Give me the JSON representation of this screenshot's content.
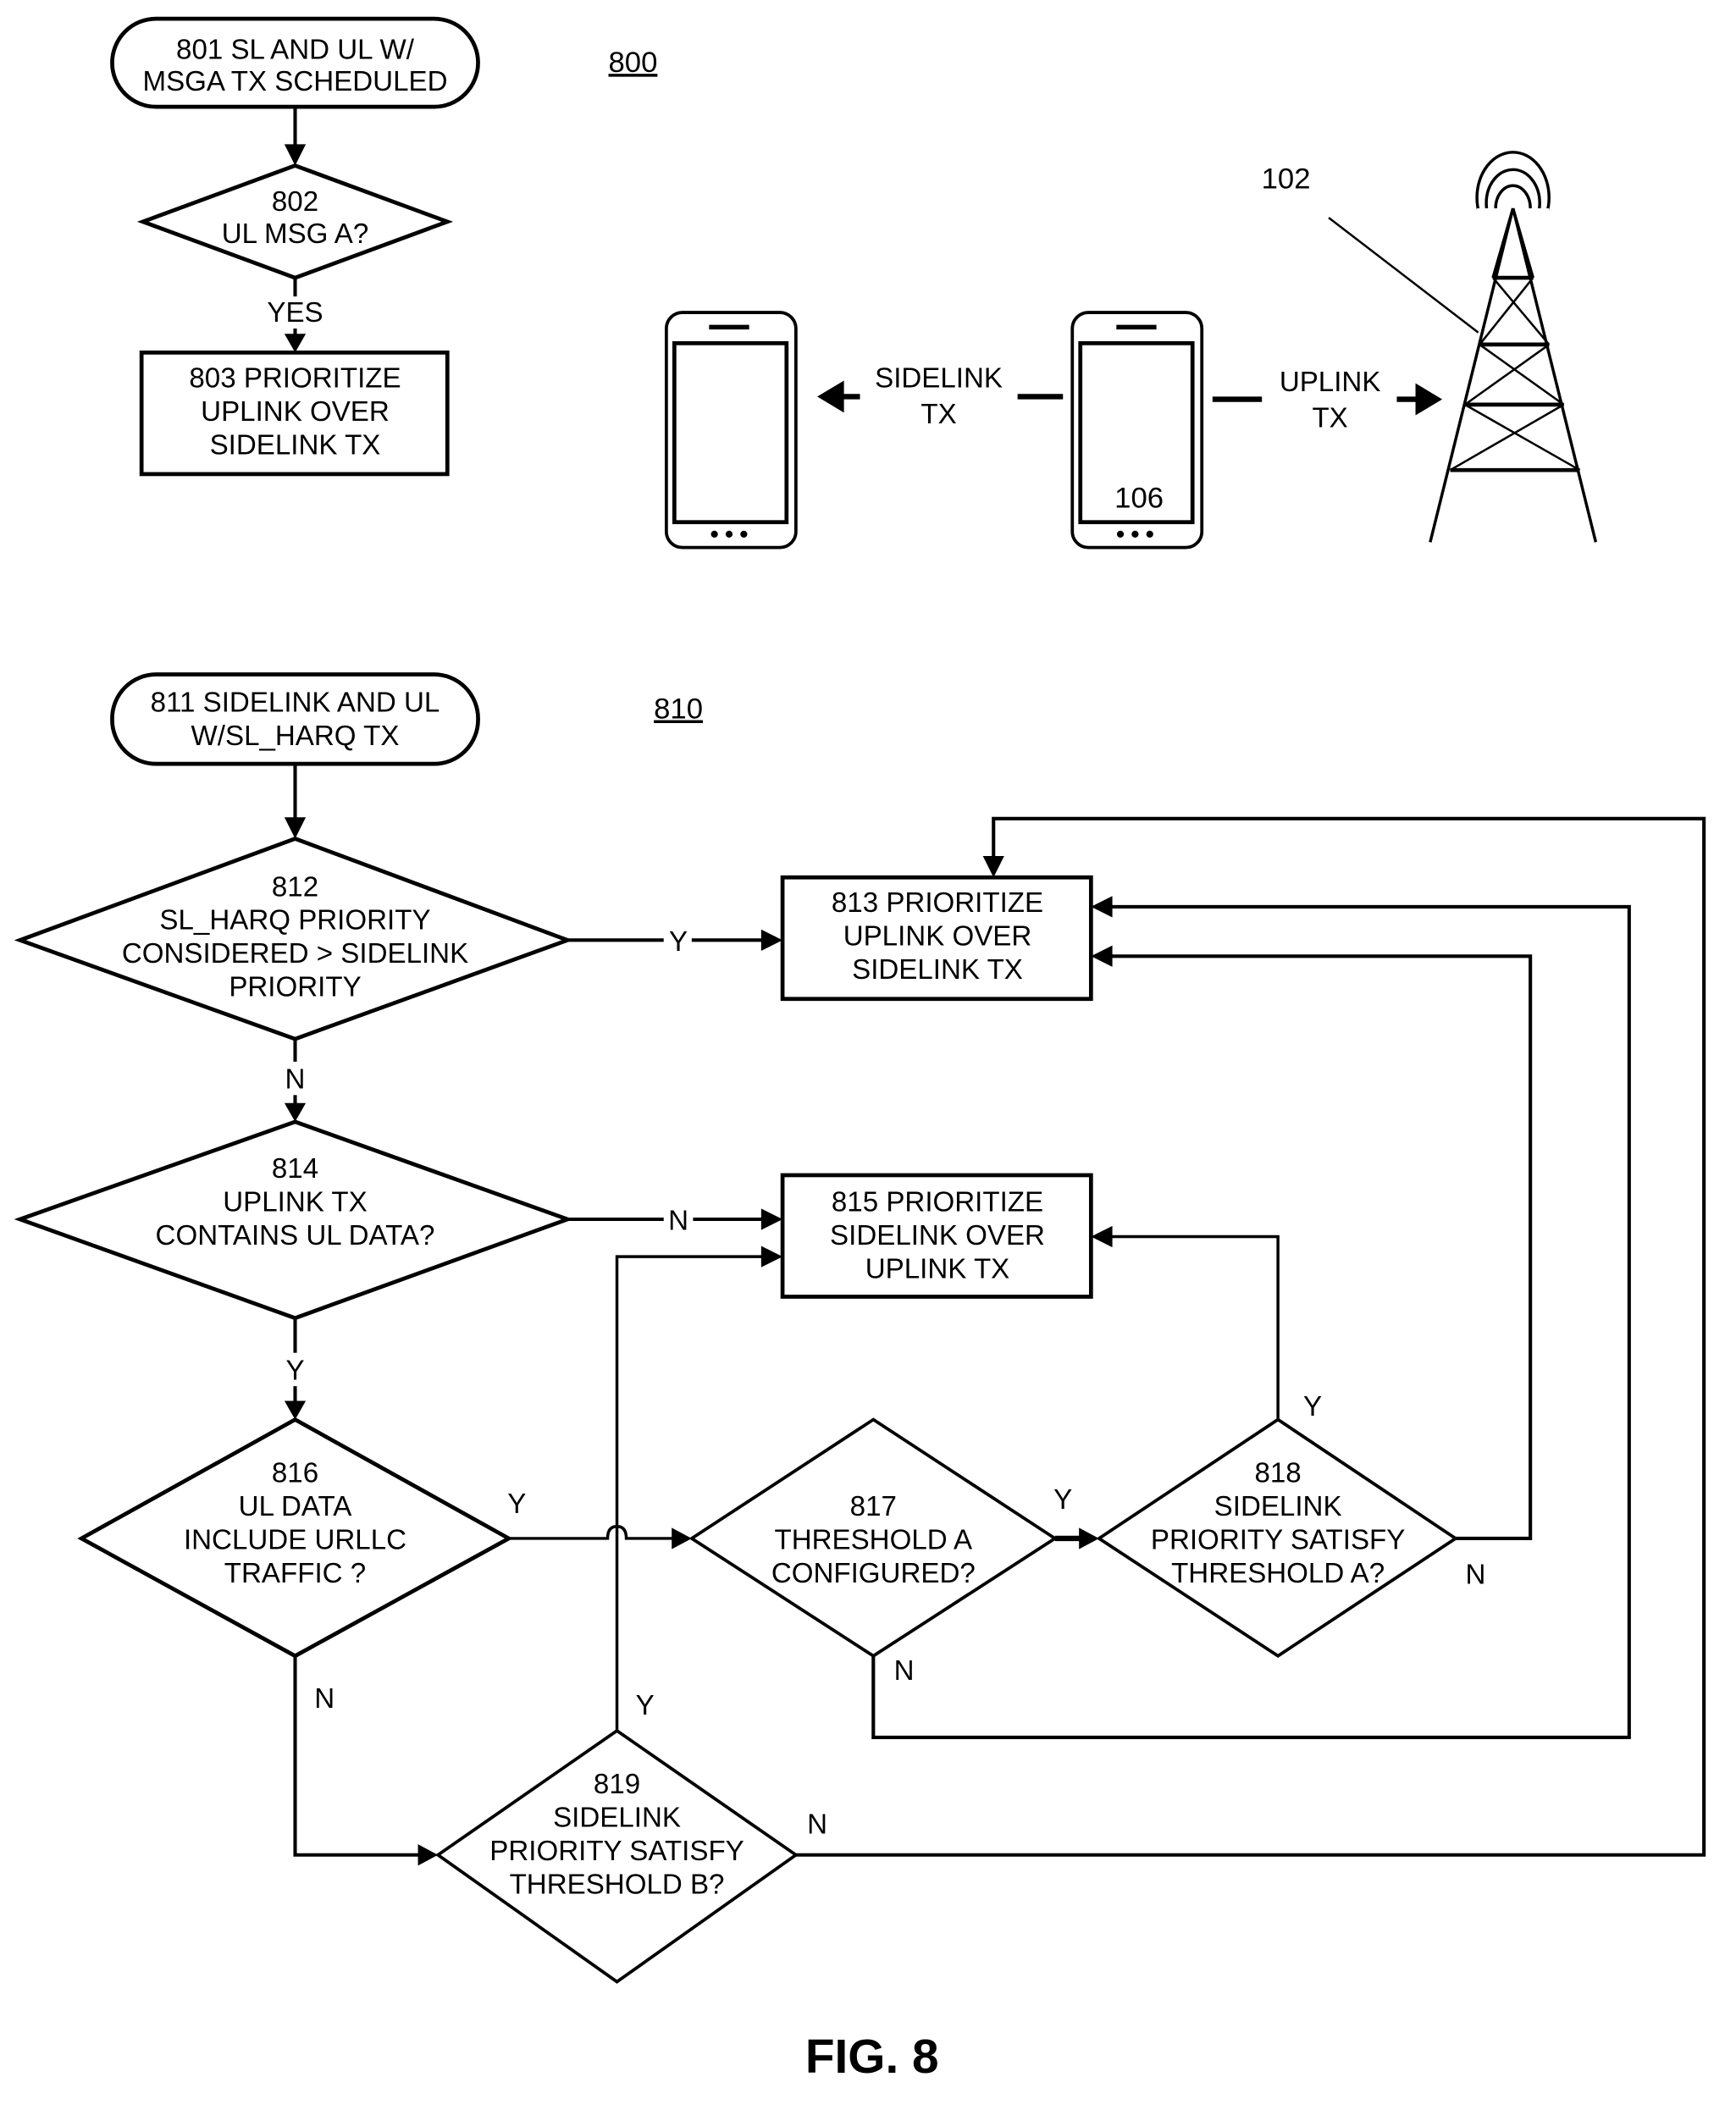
{
  "figure_title": "FIG. 8",
  "diagram_800": {
    "ref": "800",
    "nodes": {
      "n801": {
        "lines": [
          "801 SL AND UL W/",
          "MSGA TX SCHEDULED"
        ],
        "type": "terminal"
      },
      "n802": {
        "lines": [
          "802",
          "UL MSG A?"
        ],
        "type": "decision"
      },
      "n803": {
        "lines": [
          "803 PRIORITIZE",
          "UPLINK OVER",
          "SIDELINK TX"
        ],
        "type": "process"
      }
    },
    "edge_labels": {
      "e802_803": "YES"
    },
    "illustration": {
      "sidelink_label": [
        "SIDELINK",
        "TX"
      ],
      "uplink_label": [
        "UPLINK",
        "TX"
      ],
      "ue_ref": "106",
      "base_station_ref": "102"
    }
  },
  "diagram_810": {
    "ref": "810",
    "nodes": {
      "n811": {
        "lines": [
          "811 SIDELINK AND UL",
          "W/SL_HARQ TX"
        ],
        "type": "terminal"
      },
      "n812": {
        "lines": [
          "812",
          "SL_HARQ PRIORITY",
          "CONSIDERED > SIDELINK",
          "PRIORITY"
        ],
        "type": "decision"
      },
      "n813": {
        "lines": [
          "813 PRIORITIZE",
          "UPLINK OVER",
          "SIDELINK TX"
        ],
        "type": "process"
      },
      "n814": {
        "lines": [
          "814",
          "UPLINK TX",
          "CONTAINS UL DATA?"
        ],
        "type": "decision"
      },
      "n815": {
        "lines": [
          "815 PRIORITIZE",
          "SIDELINK OVER",
          "UPLINK TX"
        ],
        "type": "process"
      },
      "n816": {
        "lines": [
          "816",
          "UL DATA",
          "INCLUDE URLLC",
          "TRAFFIC ?"
        ],
        "type": "decision"
      },
      "n817": {
        "lines": [
          "817",
          "THRESHOLD A",
          "CONFIGURED?"
        ],
        "type": "decision"
      },
      "n818": {
        "lines": [
          "818",
          "SIDELINK",
          "PRIORITY SATISFY",
          "THRESHOLD A?"
        ],
        "type": "decision"
      },
      "n819": {
        "lines": [
          "819",
          "SIDELINK",
          "PRIORITY SATISFY",
          "THRESHOLD B?"
        ],
        "type": "decision"
      }
    },
    "edge_labels": {
      "e812_813": "Y",
      "e812_814": "N",
      "e814_815": "N",
      "e814_816": "Y",
      "e816_817": "Y",
      "e816_819": "N",
      "e817_818": "Y",
      "e817_813": "N",
      "e818_815": "Y",
      "e818_813": "N",
      "e819_815": "Y",
      "e819_813": "N"
    }
  }
}
